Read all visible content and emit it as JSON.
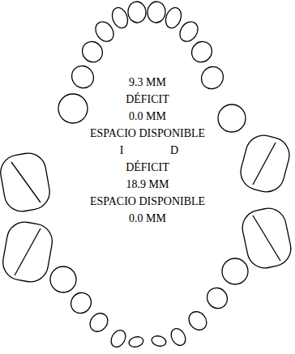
{
  "diagram": {
    "labels": [
      "9.3 MM",
      "DÉFICIT",
      "0.0 MM",
      "ESPACIO DISPONIBLE",
      "I",
      "D",
      "DÉFICIT",
      "18.9 MM",
      "ESPACIO DISPONIBLE",
      "0.0 MM"
    ]
  }
}
